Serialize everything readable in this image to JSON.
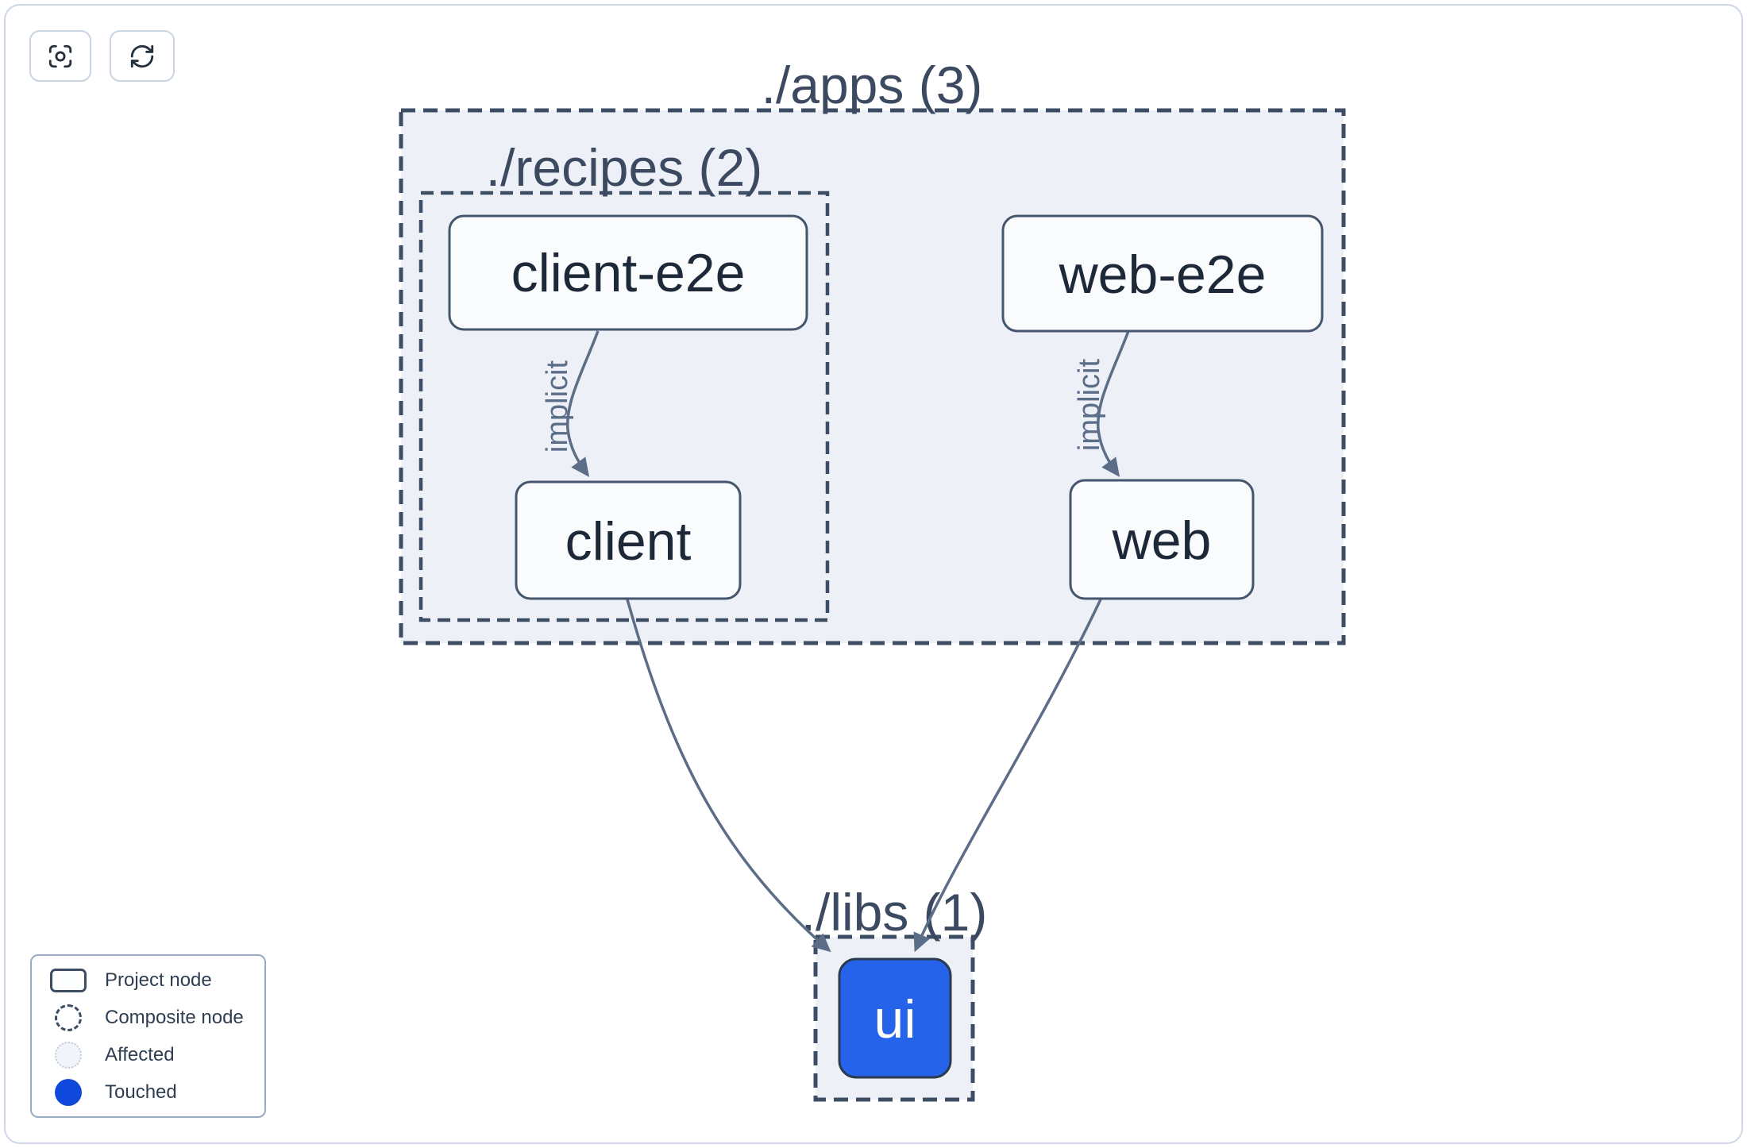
{
  "toolbar": {
    "buttons": [
      {
        "icon": "focus-icon",
        "action": "center-graph"
      },
      {
        "icon": "refresh-icon",
        "action": "refresh-graph"
      }
    ]
  },
  "graph": {
    "groups": [
      {
        "id": "apps",
        "label": "./apps (3)"
      },
      {
        "id": "recipes",
        "label": "./recipes (2)"
      },
      {
        "id": "libs",
        "label": "./libs (1)"
      }
    ],
    "nodes": [
      {
        "id": "client-e2e",
        "label": "client-e2e",
        "state": "normal"
      },
      {
        "id": "web-e2e",
        "label": "web-e2e",
        "state": "normal"
      },
      {
        "id": "client",
        "label": "client",
        "state": "normal"
      },
      {
        "id": "web",
        "label": "web",
        "state": "normal"
      },
      {
        "id": "ui",
        "label": "ui",
        "state": "touched"
      }
    ],
    "edges": [
      {
        "from": "client-e2e",
        "to": "client",
        "label": "implicit"
      },
      {
        "from": "web-e2e",
        "to": "web",
        "label": "implicit"
      },
      {
        "from": "client",
        "to": "ui",
        "label": ""
      },
      {
        "from": "web",
        "to": "ui",
        "label": ""
      }
    ]
  },
  "legend": {
    "items": [
      {
        "label": "Project node",
        "swatch": "project-node-swatch"
      },
      {
        "label": "Composite node",
        "swatch": "composite-node-swatch"
      },
      {
        "label": "Affected",
        "swatch": "affected-swatch"
      },
      {
        "label": "Touched",
        "swatch": "touched-swatch"
      }
    ]
  },
  "colors": {
    "touched_node_blue": "#2563eb",
    "legend_touched_blue": "#1148dc",
    "composite_fill": "#edf1f7",
    "dark_border": "#3d4d64",
    "edge_gray": "#5c6d87"
  }
}
